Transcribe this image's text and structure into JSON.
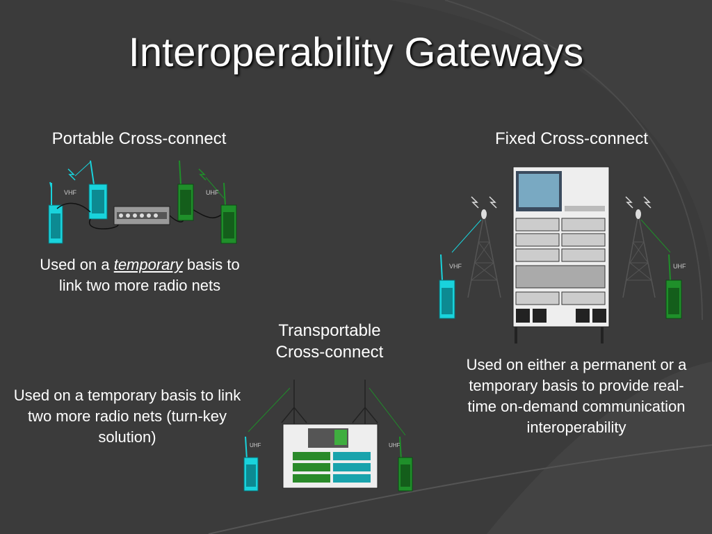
{
  "title": "Interoperability Gateways",
  "sections": {
    "portable": {
      "heading": "Portable Cross-connect",
      "text_prefix": "Used on a ",
      "text_emphasis": "temporary",
      "text_suffix": " basis to link two more radio nets",
      "labels": {
        "left_band": "VHF",
        "right_band": "UHF"
      }
    },
    "fixed": {
      "heading": "Fixed Cross-connect",
      "text": "Used on either a permanent or a temporary basis to provide real-time on-demand communication interoperability",
      "labels": {
        "left_band": "VHF",
        "right_band": "UHF"
      }
    },
    "transportable": {
      "heading_line1": "Transportable",
      "heading_line2": "Cross-connect",
      "text": "Used on a temporary basis to link two more radio nets (turn-key solution)",
      "labels": {
        "left_band": "UHF",
        "right_band": "UHF"
      }
    }
  },
  "colors": {
    "background": "#3b3b3b",
    "vhf_radio": "#19d3dc",
    "uhf_radio": "#1f8f2a"
  }
}
